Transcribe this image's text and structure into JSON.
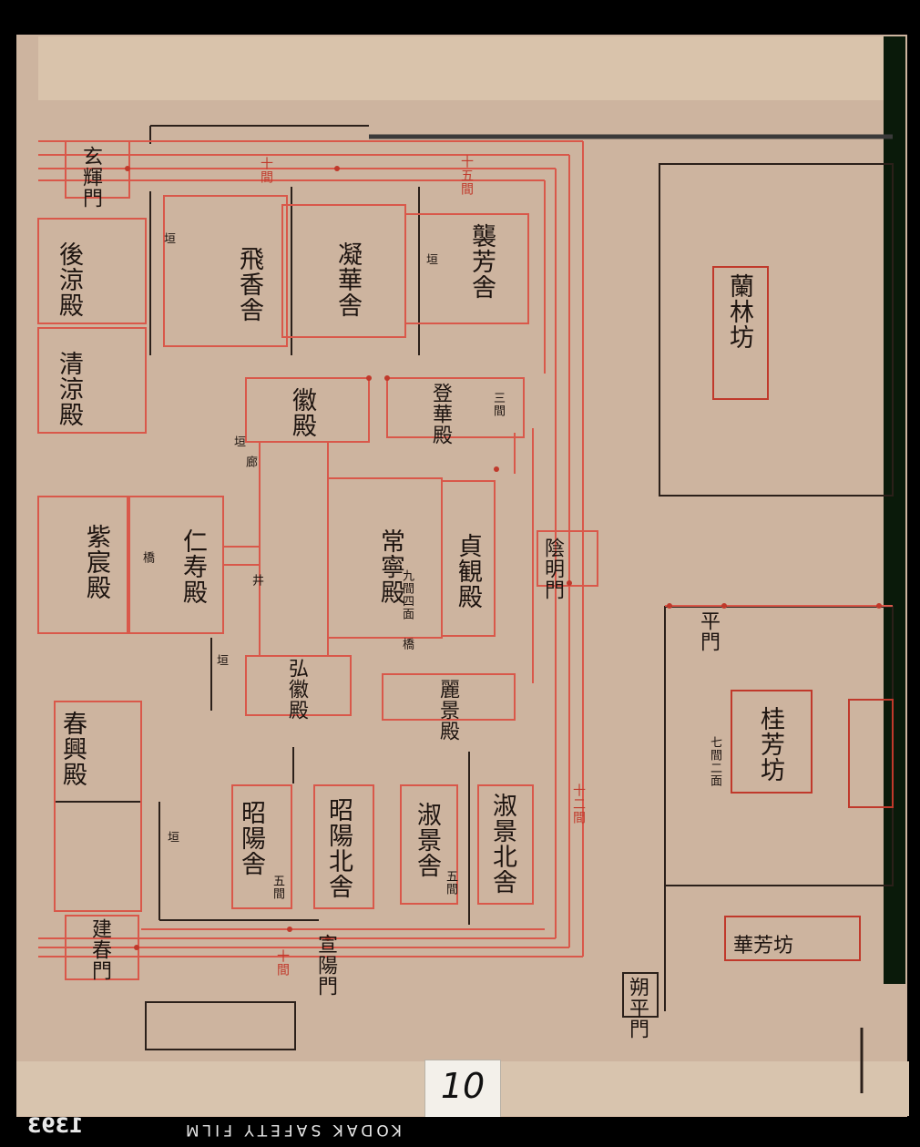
{
  "page": {
    "page_number": "10"
  },
  "film": {
    "id": "1393",
    "brand": "KODAK SAFETY FILM"
  },
  "colors": {
    "paper": "#cdb49f",
    "red_line": "#d9584a",
    "ink": "#1d1410",
    "frame": "#000000"
  },
  "buildings": {
    "korakuden": "後涼殿",
    "seiryoden": "清涼殿",
    "hikyosha": "飛香舎",
    "gyokasha": "凝華舎",
    "shigeisha": "襲芳舎",
    "ryorinbo": "蘭林坊",
    "kiden": "徽殿",
    "tokaden": "登華殿",
    "jiju": "仁寿殿",
    "joneiden": "常寧殿",
    "teikanden": "貞観殿",
    "shishinden": "紫宸殿",
    "shunkoden": "春興殿",
    "kokiden": "弘徽殿",
    "reikeiden": "麗景殿",
    "showasha": "昭陽舎",
    "shoyohokusha": "昭陽北舎",
    "shigeisha2": "淑景舎",
    "shigeihoku": "淑景北舎",
    "ogimon": "宣陽門",
    "kenshunmon": "建春門",
    "ingimon": "陰明門",
    "keihobo": "桂芳坊",
    "heimon": "平門",
    "sakuheimon": "朔平門",
    "kazadono": "華芳坊",
    "genkimon": "玄輝門"
  },
  "labels": {
    "kaki": "垣",
    "jukken": "十間",
    "juugoken": "十五間",
    "shichiken": "七間二面",
    "kyuken": "九間四面",
    "goken": "五間",
    "sanken": "三間",
    "juniken": "十二間",
    "hashi": "橋",
    "itsuka": "井",
    "kaku": "廊"
  }
}
